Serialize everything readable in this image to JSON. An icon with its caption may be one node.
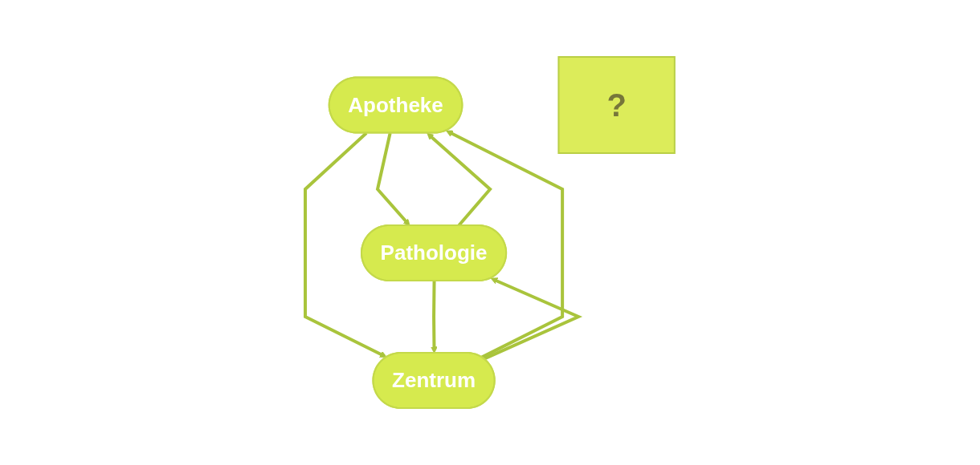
{
  "diagram": {
    "nodes": [
      {
        "text": [
          "Apotheke"
        ]
      },
      {
        "text": [
          "Pathologie"
        ]
      },
      {
        "text": [
          "?"
        ]
      },
      {
        "text": [
          "Zentrum"
        ]
      }
    ],
    "edges": [
      {
        "from": 1,
        "to": 0,
        "arrow": "to"
      },
      {
        "from": 0,
        "to": 1,
        "arrow": "to"
      },
      {
        "from": 3,
        "to": 0,
        "arrow": "to"
      },
      {
        "from": 0,
        "to": 3,
        "arrow": "to"
      },
      {
        "from": 3,
        "to": 1,
        "arrow": "to"
      },
      {
        "from": 1,
        "to": 3,
        "arrow": "to"
      }
    ]
  }
}
